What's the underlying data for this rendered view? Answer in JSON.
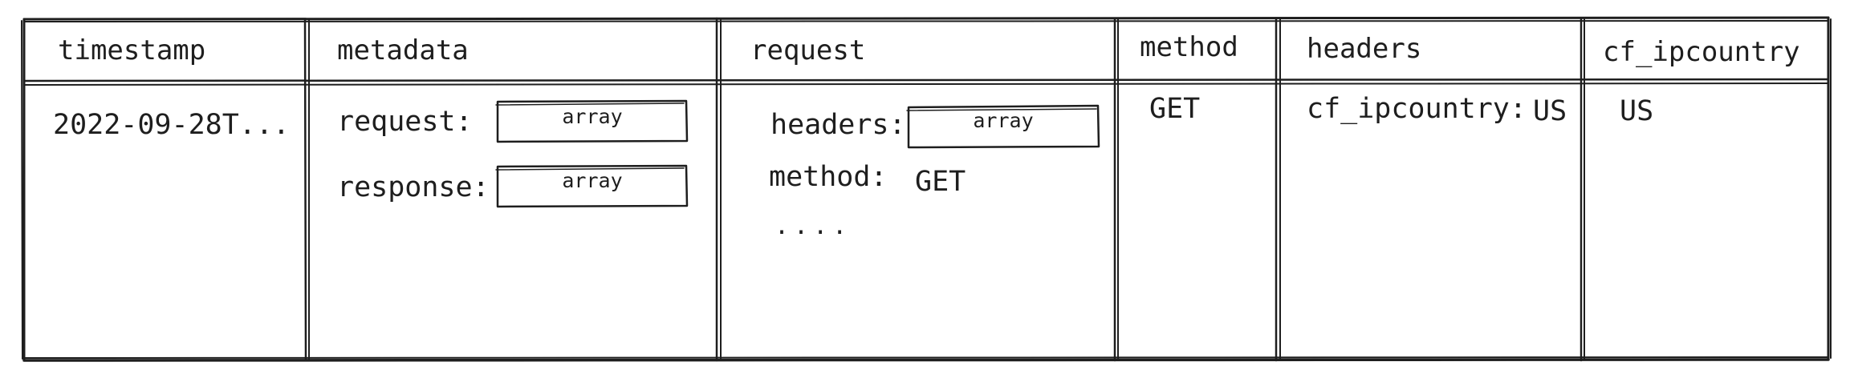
{
  "table": {
    "columns": [
      "timestamp",
      "metadata",
      "request",
      "method",
      "headers",
      "cf_ipcountry"
    ]
  },
  "timestamp": {
    "value": "2022-09-28T..."
  },
  "metadata": {
    "fields": [
      {
        "key": "request:",
        "box": "array"
      },
      {
        "key": "response:",
        "box": "array"
      }
    ]
  },
  "request": {
    "headers_key": "headers:",
    "headers_box": "array",
    "method_key": "method:",
    "method_value": "GET",
    "ellipsis": "...."
  },
  "method": {
    "value": "GET"
  },
  "headers": {
    "key": "cf_ipcountry:",
    "value": "US"
  },
  "cf_ipcountry": {
    "value": "US"
  }
}
